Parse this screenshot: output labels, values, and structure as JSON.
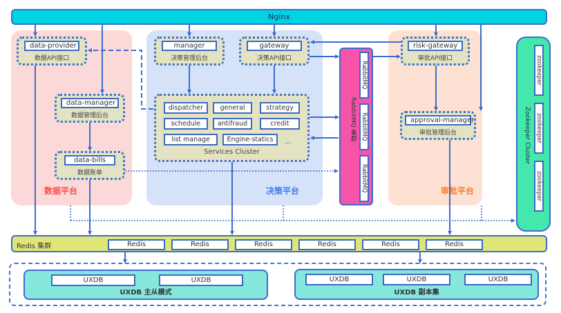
{
  "nginx": {
    "label": "Nginx"
  },
  "zones": {
    "data_platform": {
      "label": "数据平台",
      "color": "#ff4b4b"
    },
    "decision_platform": {
      "label": "决策平台",
      "color": "#3d7cf0"
    },
    "approval_platform": {
      "label": "审批平台",
      "color": "#ff7a2a"
    }
  },
  "services": {
    "data_provider": {
      "name": "data-provider",
      "desc": "数据API接口"
    },
    "data_manager": {
      "name": "data-manager",
      "desc": "数据管理后台"
    },
    "data_bills": {
      "name": "data-bills",
      "desc": "数据账单"
    },
    "manager": {
      "name": "manager",
      "desc": "决策管理后台"
    },
    "gateway": {
      "name": "gateway",
      "desc": "决策API接口"
    },
    "risk_gateway": {
      "name": "risk-gateway",
      "desc": "审批API接口"
    },
    "approval_manager": {
      "name": "approval-manager",
      "desc": "审批管理后台"
    }
  },
  "services_cluster": {
    "label": "Services Cluster",
    "items": [
      "dispatcher",
      "general",
      "strategy",
      "schedule",
      "antifraud",
      "credit",
      "list manage",
      "Engine-statics"
    ],
    "more": "..."
  },
  "rabbitmq": {
    "label": "RabbitMQ 集群",
    "nodes": [
      "RabbitMQ",
      "RabbitMQ",
      "RabbitMQ"
    ]
  },
  "zookeeper": {
    "label": "Zookeeper Cluster",
    "nodes": [
      "zookeeper",
      "zookeeper",
      "zookeeper"
    ]
  },
  "redis": {
    "label": "Redis 集群",
    "nodes": [
      "Redis",
      "Redis",
      "Redis",
      "Redis",
      "Redis",
      "Redis"
    ]
  },
  "uxdb": {
    "master_slave": {
      "label": "UXDB 主从模式",
      "nodes": [
        "UXDB",
        "UXDB"
      ]
    },
    "replica_set": {
      "label": "UXDB 副本集",
      "nodes": [
        "UXDB",
        "UXDB",
        "UXDB"
      ]
    }
  }
}
